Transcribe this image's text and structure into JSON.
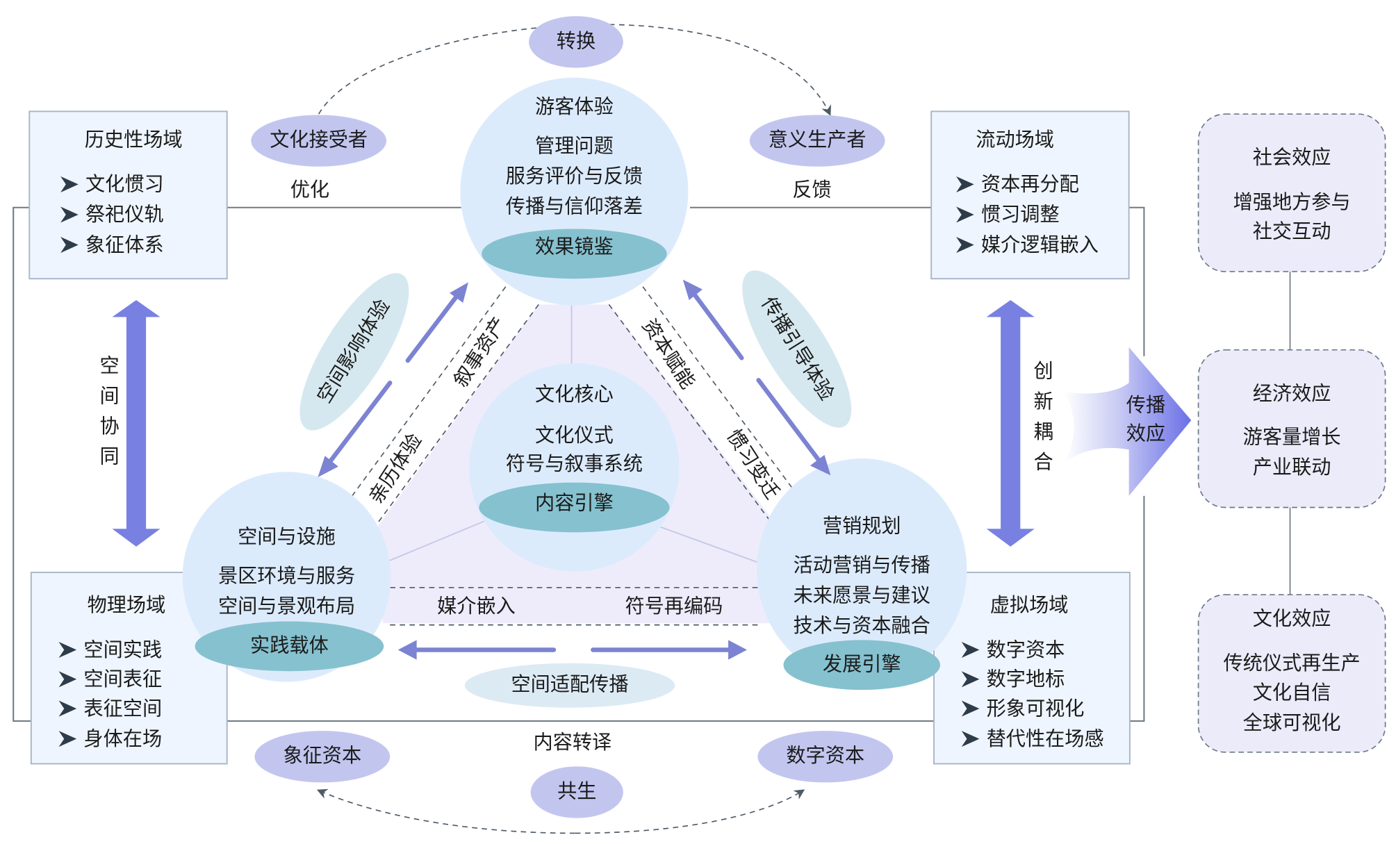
{
  "top_arc": {
    "label": "转换",
    "left_node": "文化接受者",
    "right_node": "意义生产者",
    "left_link": "优化",
    "right_link": "反馈"
  },
  "bottom_arc": {
    "label": "共生",
    "left_node": "象征资本",
    "right_node": "数字资本",
    "link": "内容转译"
  },
  "fields": {
    "historical": {
      "title": "历史性场域",
      "items": [
        "文化惯习",
        "祭祀仪轨",
        "象征体系"
      ]
    },
    "flow": {
      "title": "流动场域",
      "items": [
        "资本再分配",
        "惯习调整",
        "媒介逻辑嵌入"
      ]
    },
    "physical": {
      "title": "物理场域",
      "items": [
        "空间实践",
        "空间表征",
        "表征空间",
        "身体在场"
      ]
    },
    "virtual": {
      "title": "虚拟场域",
      "items": [
        "数字资本",
        "数字地标",
        "形象可视化",
        "替代性在场感"
      ]
    }
  },
  "nodes": {
    "visitor": {
      "title": "游客体验",
      "lines": [
        "管理问题",
        "服务评价与反馈",
        "传播与信仰落差"
      ],
      "core": "效果镜鉴"
    },
    "culture": {
      "title": "文化核心",
      "lines": [
        "文化仪式",
        "符号与叙事系统"
      ],
      "core": "内容引擎"
    },
    "space": {
      "title": "空间与设施",
      "lines": [
        "景区环境与服务",
        "空间与景观布局"
      ],
      "core": "实践载体"
    },
    "marketing": {
      "title": "营销规划",
      "lines": [
        "活动营销与传播",
        "未来愿景与建议",
        "技术与资本融合"
      ],
      "core": "发展引擎"
    }
  },
  "links": {
    "left_outer": "空间影响体验",
    "left_a": "叙事资产",
    "left_b": "亲历体验",
    "right_outer": "传播引导体验",
    "right_a": "资本赋能",
    "right_b": "惯习变迁",
    "bottom_a": "媒介嵌入",
    "bottom_b": "符号再编码",
    "bottom_outer": "空间适配传播"
  },
  "side_arrows": {
    "left": [
      "空",
      "间",
      "协",
      "同"
    ],
    "right": [
      "创",
      "新",
      "耦",
      "合"
    ]
  },
  "effect_arrow": [
    "传播",
    "效应"
  ],
  "effects": [
    {
      "title": "社会效应",
      "lines": [
        "增强地方参与",
        "社交互动"
      ]
    },
    {
      "title": "经济效应",
      "lines": [
        "游客量增长",
        "产业联动"
      ]
    },
    {
      "title": "文化效应",
      "lines": [
        "传统仪式再生产",
        "文化自信",
        "全球可视化"
      ]
    }
  ],
  "colors": {
    "arrow": "#7c83d2",
    "teal": "#86c1cf",
    "circle": "#dcebfc",
    "lavender": "#c2c6ef",
    "effect": "#6a6fe6"
  }
}
